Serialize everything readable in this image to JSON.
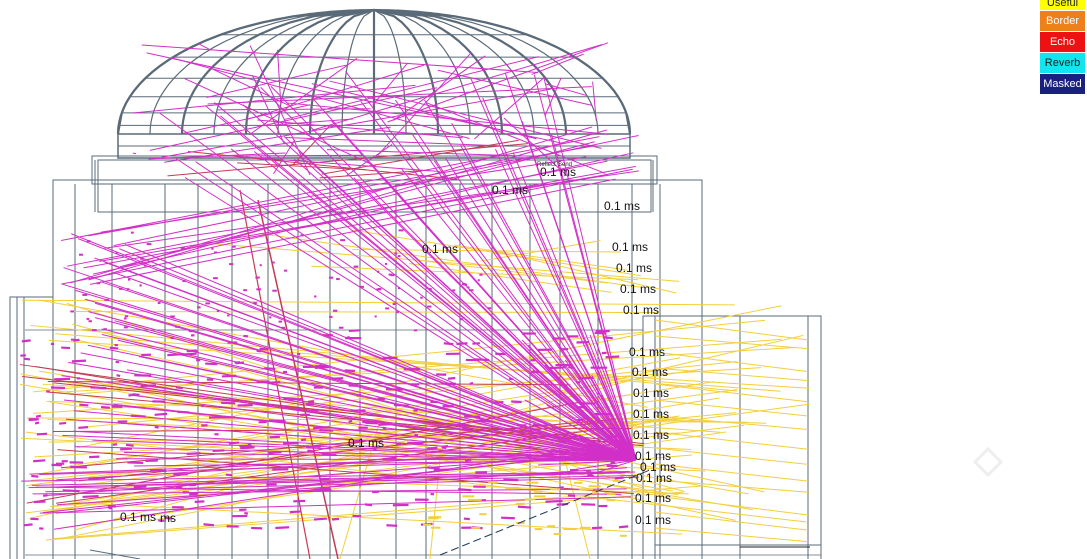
{
  "legend": {
    "items": [
      {
        "key": "useful",
        "label": "Useful",
        "color": "#ffff00"
      },
      {
        "key": "border",
        "label": "Border",
        "color": "#ef7f1a"
      },
      {
        "key": "echo",
        "label": "Echo",
        "color": "#ee1111"
      },
      {
        "key": "reverb",
        "label": "Reverb",
        "color": "#11e6f0"
      },
      {
        "key": "masked",
        "label": "Masked",
        "color": "#1a2080"
      }
    ]
  },
  "colors": {
    "structure": "#5a6a78",
    "ray_magenta": "#d22fc8",
    "ray_yellow": "#f2cf3c",
    "ray_red": "#c43b52",
    "axis_dash": "#233c55"
  },
  "labels": {
    "t_top_a": "0.1 ms",
    "t_top_b": "0.1 ms",
    "t_top_c": "0.1 ms",
    "t_mid_dome": "0.1 ms",
    "t_r1": "0.1 ms",
    "t_r2": "0.1 ms",
    "t_r3": "0.1 ms",
    "t_r4": "0.1 ms",
    "t_r5": "0.1 ms",
    "t_r6": "0.1 ms",
    "t_r7": "0.1 ms",
    "t_r8": "0.1 ms",
    "t_r9": "0.1 ms",
    "t_r10": "0.1 ms",
    "t_r11": "0.1 ms",
    "t_r12": "0.1 ms",
    "t_r13": "0.1 ms",
    "t_r14": "0.1 ms",
    "t_r15": "0.1 ms",
    "t_left_mid": "0.1 ms",
    "t_bottom_left": "0.1 ms",
    "t_bottom_left_suffix": "ms",
    "tiny_a": "Reflect",
    "tiny_b": "Send"
  },
  "icons": {
    "nav": "diamond-nav-icon"
  }
}
